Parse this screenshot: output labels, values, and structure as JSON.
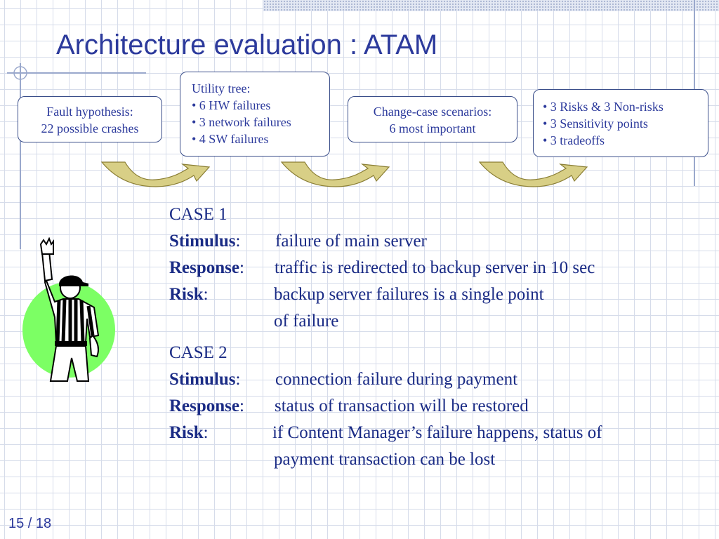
{
  "slide": {
    "title": "Architecture evaluation : ATAM",
    "page_number": "15 / 18"
  },
  "flow": {
    "fault": [
      "Fault hypothesis:",
      "22 possible crashes"
    ],
    "utility": [
      "Utility tree:",
      "• 6 HW failures",
      "• 3 network failures",
      "• 4 SW failures"
    ],
    "change": [
      "Change-case scenarios:",
      "6 most important"
    ],
    "results": [
      "• 3 Risks & 3 Non-risks",
      "• 3 Sensitivity points",
      "• 3 tradeoffs"
    ]
  },
  "case1": {
    "heading": "CASE 1",
    "stimulus_label": "Stimulus",
    "stimulus": "failure of main server",
    "response_label": "Response",
    "response": "traffic is redirected to backup server in 10 sec",
    "risk_label": "Risk",
    "risk_line1": "backup server failures is a single point",
    "risk_line2": "of failure"
  },
  "case2": {
    "heading": "CASE 2",
    "stimulus_label": "Stimulus",
    "stimulus": "connection failure during payment",
    "response_label": "Response",
    "response": "status of transaction will be restored",
    "risk_label": "Risk",
    "risk_line1": "if Content Manager’s failure happens, status of",
    "risk_line2": "payment transaction can be lost"
  },
  "colors": {
    "title": "#2c3a9c",
    "body_text": "#1a2b85",
    "arrow_fill": "#d8cf86",
    "referee_circle": "#7cff64"
  },
  "icons": [
    "curved-arrow-icon",
    "referee-clipart"
  ]
}
